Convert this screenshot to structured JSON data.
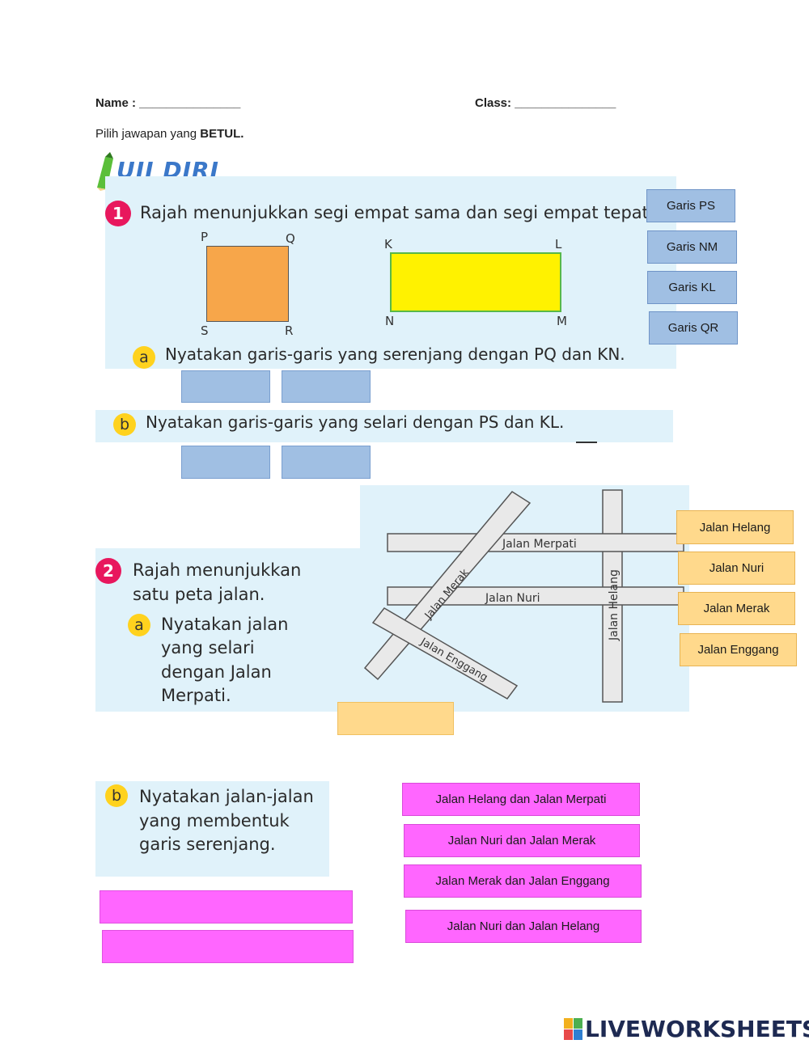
{
  "header": {
    "name_label": "Name : _______________",
    "class_label": "Class: _______________"
  },
  "instruction": {
    "prefix": "Pilih jawapan yang ",
    "bold": "BETUL."
  },
  "uji_diri": "UJI DIRI",
  "q1": {
    "number": "1",
    "text": "Rajah menunjukkan segi empat sama dan segi empat tepat.",
    "square_labels": {
      "p": "P",
      "q": "Q",
      "s": "S",
      "r": "R"
    },
    "rect_labels": {
      "k": "K",
      "l": "L",
      "n": "N",
      "m": "M"
    },
    "a_letter": "a",
    "a_text": "Nyatakan garis-garis yang serenjang dengan PQ dan KN.",
    "b_letter": "b",
    "b_text": "Nyatakan garis-garis yang selari dengan PS dan KL.",
    "options": [
      "Garis PS",
      "Garis NM",
      "Garis KL",
      "Garis QR"
    ],
    "colors": {
      "square": "#f7a64a",
      "rect": "#fff200",
      "chip": "#a0bfe3"
    }
  },
  "q2": {
    "number": "2",
    "text_line1": "Rajah menunjukkan",
    "text_line2": "satu peta jalan.",
    "a_letter": "a",
    "a_line1": "Nyatakan jalan",
    "a_line2": "yang selari",
    "a_line3": "dengan Jalan",
    "a_line4": "Merpati.",
    "map_labels": {
      "merpati": "Jalan Merpati",
      "nuri": "Jalan Nuri",
      "merak": "Jalan Merak",
      "enggang": "Jalan Enggang",
      "helang": "Jalan Helang"
    },
    "options": [
      "Jalan Helang",
      "Jalan Nuri",
      "Jalan Merak",
      "Jalan Enggang"
    ],
    "b_letter": "b",
    "b_line1": "Nyatakan jalan-jalan",
    "b_line2": "yang membentuk",
    "b_line3": "garis serenjang.",
    "b_options": [
      "Jalan Helang dan Jalan Merpati",
      "Jalan Nuri dan Jalan Merak",
      "Jalan Merak dan Jalan Enggang",
      "Jalan Nuri dan Jalan Helang"
    ]
  },
  "footer": {
    "logo_text": "LIVEWORKSHEETS"
  }
}
